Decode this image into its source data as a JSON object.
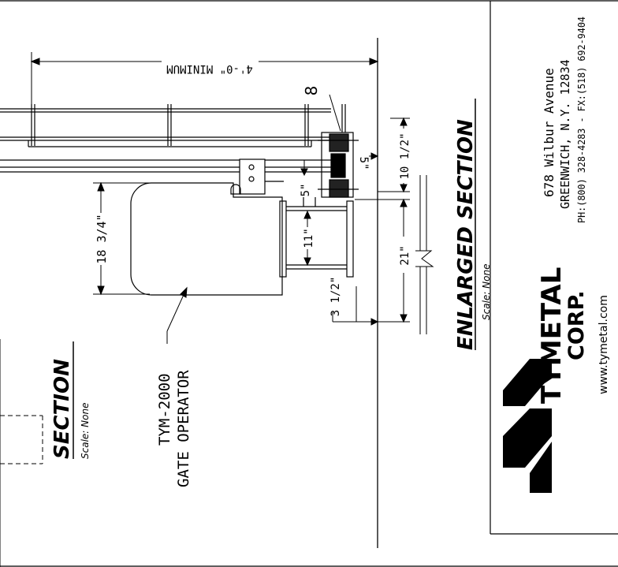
{
  "drawing": {
    "dimensions": {
      "overall": "4'-0\" MINIMUM",
      "d_18_3_4": "18 3/4\"",
      "d_11": "11\"",
      "d_5": "5\"",
      "d_5b": "5\"",
      "d_10_1_2": "10 1/2\"",
      "d_21": "21\"",
      "d_3_1_2": "3 1/2\""
    },
    "balloon": "8",
    "operator_label": {
      "line1": "TYM-2000",
      "line2": "GATE OPERATOR"
    },
    "section": {
      "title": "SECTION",
      "scale": "Scale: None"
    },
    "enlarged_section": {
      "title": "ENLARGED SECTION",
      "scale": "Scale: None"
    }
  },
  "title_block": {
    "company_line1": "TYMETAL",
    "company_line2": "CORP.",
    "website": "www.tymetal.com",
    "address_line1": "678 Wilbur Avenue",
    "address_line2": "GREENWICH, N.Y. 12834",
    "phone_line": "PH:(800) 328-4283 - FX:(518) 692-9404"
  }
}
